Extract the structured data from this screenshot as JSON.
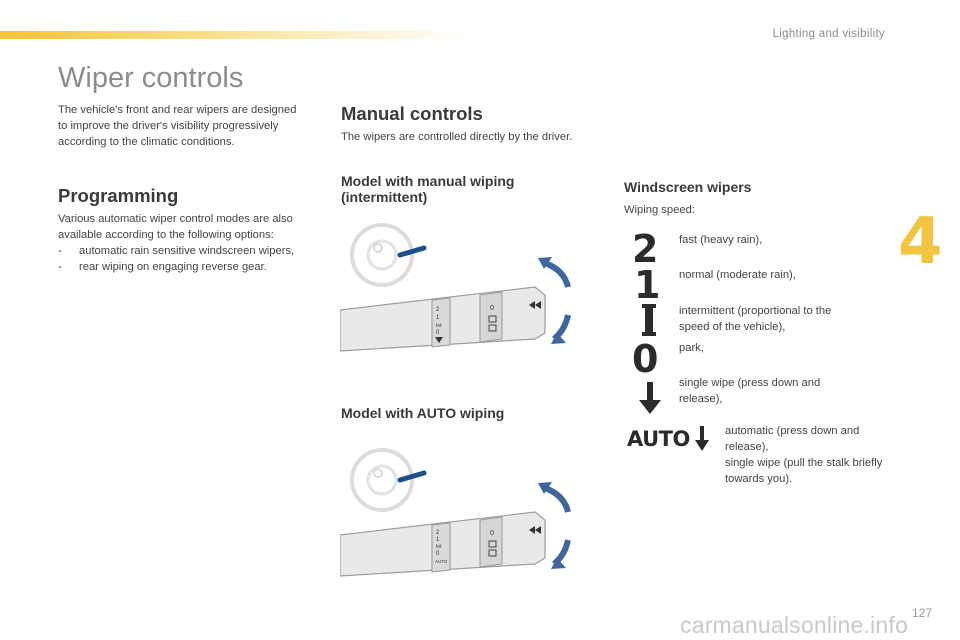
{
  "header": {
    "section": "Lighting and visibility",
    "chapter": "4",
    "page_number": "127"
  },
  "page_title": "Wiper controls",
  "intro": "The vehicle's front and rear wipers are designed to improve the driver's visibility progressively according to the climatic conditions.",
  "programming": {
    "heading": "Programming",
    "text": "Various automatic wiper control modes are also available according to the following options:",
    "bullets": [
      "automatic rain sensitive windscreen wipers,",
      "rear wiping on engaging reverse gear."
    ]
  },
  "manual": {
    "heading": "Manual controls",
    "text": "The wipers are controlled directly by the driver.",
    "model_manual": "Model with manual wiping (intermittent)",
    "model_auto": "Model with AUTO wiping"
  },
  "stalk_labels": {
    "auto": "AUTO"
  },
  "windscreen": {
    "heading": "Windscreen wipers",
    "subtitle": "Wiping speed:",
    "items": [
      {
        "icon": "speed-2-icon",
        "text": "fast (heavy rain),"
      },
      {
        "icon": "speed-1-icon",
        "text": "normal (moderate rain),"
      },
      {
        "icon": "intermittent-icon",
        "text": "intermittent (proportional to the speed of the vehicle),"
      },
      {
        "icon": "park-icon",
        "text": "park,"
      },
      {
        "icon": "down-arrow-icon",
        "text": "single wipe (press down and release),"
      }
    ],
    "auto_badge": "AUTO",
    "auto_text_1": "automatic (press down and release),",
    "auto_text_2": "single wipe (pull the stalk briefly towards you)."
  },
  "watermark": "carmanualsonline.info"
}
